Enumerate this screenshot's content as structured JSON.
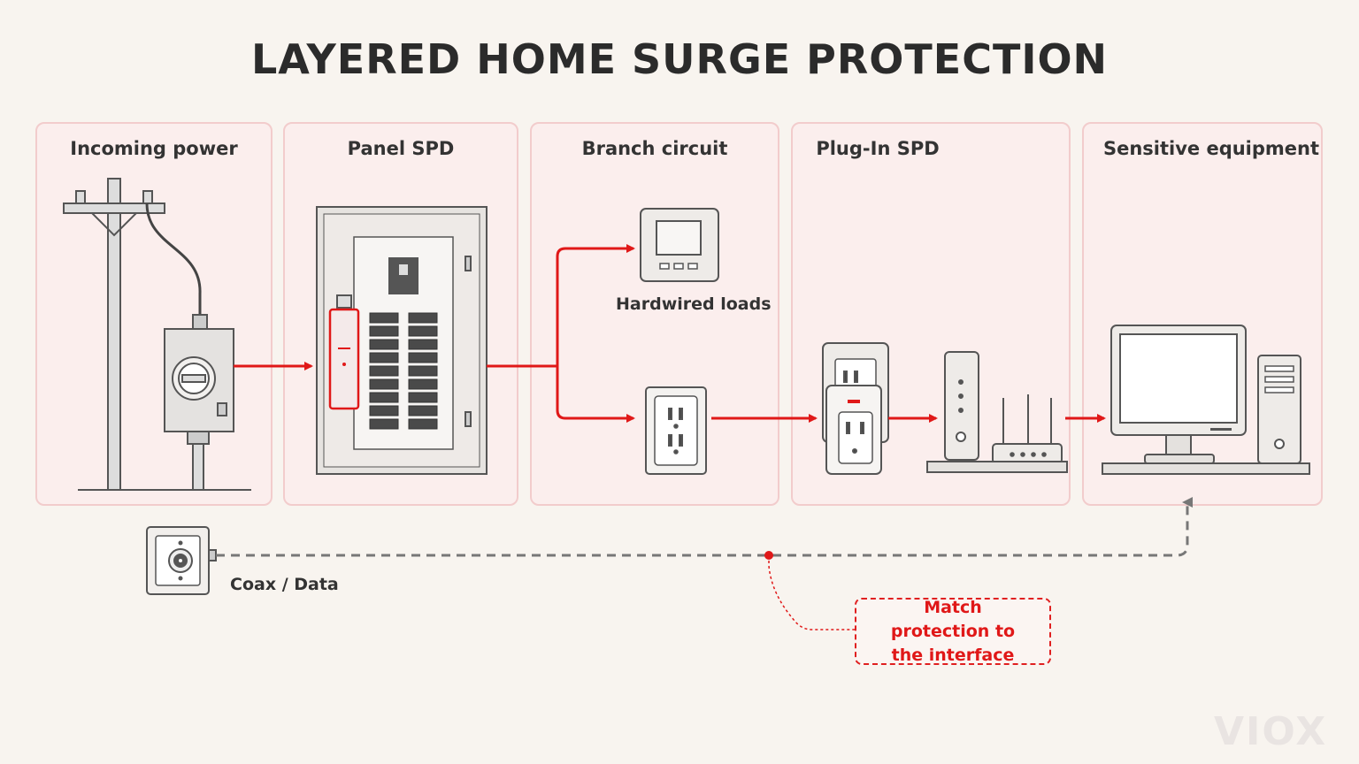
{
  "title": "LAYERED HOME SURGE PROTECTION",
  "stages": [
    {
      "label": "Incoming power"
    },
    {
      "label": "Panel SPD"
    },
    {
      "label": "Branch circuit"
    },
    {
      "label": "Plug-In SPD"
    },
    {
      "label": "Sensitive equipment"
    }
  ],
  "hardwired_label": "Hardwired loads",
  "coax_label": "Coax / Data",
  "callout_text": "Match protection to the interface",
  "logo": "VIOX",
  "colors": {
    "accent": "#e01818",
    "panel_bg": "#fbeeed",
    "panel_border": "#f2cccc"
  }
}
